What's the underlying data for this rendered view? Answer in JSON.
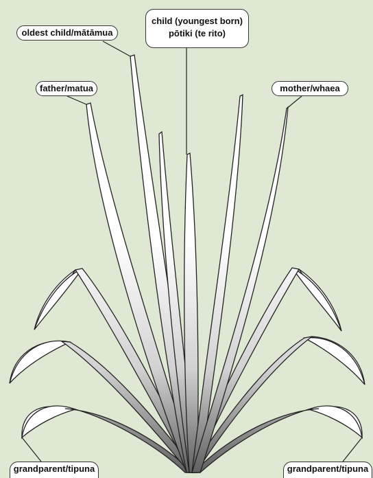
{
  "labels": {
    "oldest_child": "oldest child/mātāmua",
    "father": "father/matua",
    "child_line1": "child (youngest born)",
    "child_line2": "pōtiki (te rito)",
    "mother": "mother/whaea",
    "grandparent_left": "grandparent/tipuna",
    "grandparent_right": "grandparent/tipuna"
  },
  "colors": {
    "background": "#dfe8d2",
    "leaf_light": "#ffffff",
    "leaf_dark": "#6e6e6e",
    "stroke": "#222222"
  }
}
